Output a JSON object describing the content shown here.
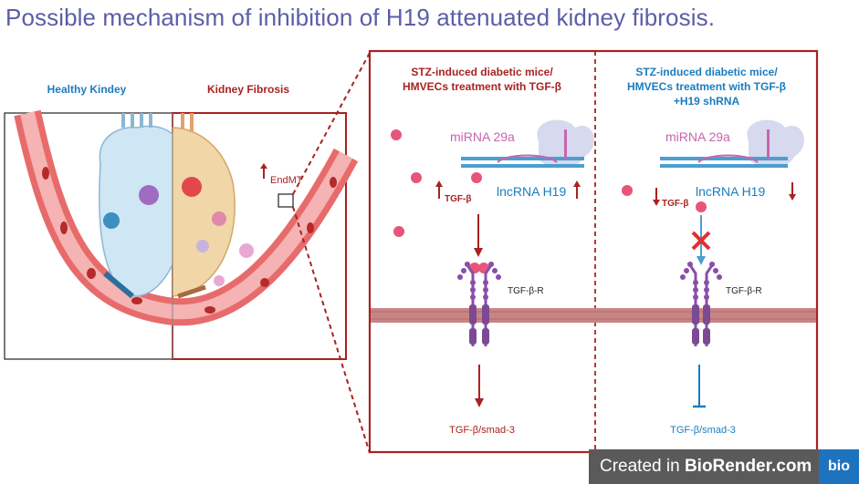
{
  "title": "Possible mechanism of inhibition of H19 attenuated kidney fibrosis.",
  "left_panel": {
    "healthy_label": "Healthy Kindey",
    "fibrosis_label": "Kidney Fibrosis",
    "endmt_label": "EndMT"
  },
  "middle_panel": {
    "header_line1": "STZ-induced diabetic mice/",
    "header_line2": "HMVECs treatment with TGF-β",
    "mirna_label": "miRNA 29a",
    "lncrna_label": "lncRNA H19",
    "tgfb_label": "TGF-β",
    "receptor_label": "TGF-β-R",
    "bottom_label": "TGF-β/smad-3"
  },
  "right_panel": {
    "header_line1": "STZ-induced diabetic mice/",
    "header_line2": "HMVECs treatment with TGF-β",
    "header_line3": "+H19 shRNA",
    "mirna_label": "miRNA 29a",
    "lncrna_label": "lncRNA H19",
    "tgfb_label": "TGF-β",
    "receptor_label": "TGF-β-R",
    "bottom_label": "TGF-β/smad-3"
  },
  "watermark": {
    "prefix": "Created in ",
    "brand": "BioRender.com",
    "logo": "bio"
  },
  "colors": {
    "title": "#5b5ea6",
    "dark_red": "#a82222",
    "blue_text": "#1b7cc0",
    "pink": "#e8557a",
    "purple": "#8a4ea8"
  }
}
